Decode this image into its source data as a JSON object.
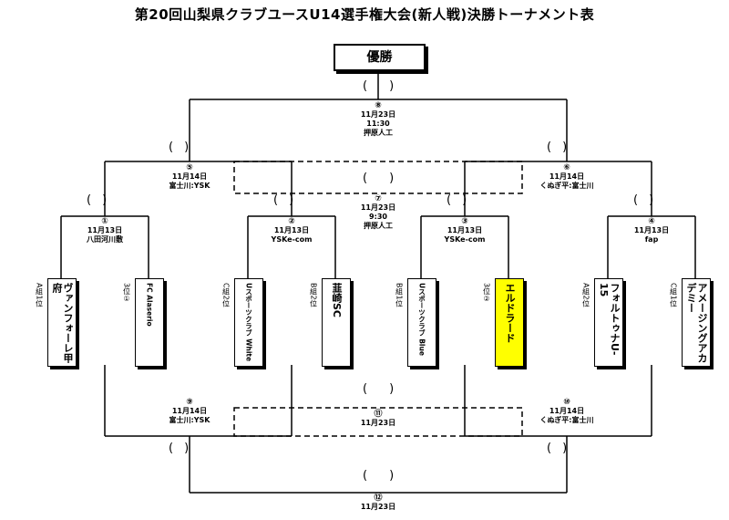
{
  "title": "第20回山梨県クラブユースU14選手権大会(新人戦)決勝トーナメント表",
  "champion": "優勝",
  "matches": [
    {
      "num": "⑧",
      "date": "11月23日",
      "time": "11:30",
      "venue": "押原人工"
    },
    {
      "num": "⑤",
      "date": "11月14日",
      "venue": "富士川:YSK"
    },
    {
      "num": "⑥",
      "date": "11月14日",
      "venue": "くぬぎ平:富士川"
    },
    {
      "num": "⑦",
      "date": "11月23日",
      "time": "9:30",
      "venue": "押原人工"
    },
    {
      "num": "①",
      "date": "11月13日",
      "venue": "八田河川敷"
    },
    {
      "num": "②",
      "date": "11月13日",
      "venue": "YSKe-com"
    },
    {
      "num": "③",
      "date": "11月13日",
      "venue": "YSKe-com"
    },
    {
      "num": "④",
      "date": "11月13日",
      "venue": "fap"
    },
    {
      "num": "⑨",
      "date": "11月14日",
      "venue": "富士川:YSK"
    },
    {
      "num": "⑩",
      "date": "11月14日",
      "venue": "くぬぎ平:富士川"
    },
    {
      "num": "⑪",
      "date": "11月23日"
    },
    {
      "num": "⑫",
      "date": "11月23日"
    }
  ],
  "teams": [
    {
      "name": "ヴァンフォーレ甲府",
      "seed": "A組1位"
    },
    {
      "name": "FC Alaserio",
      "seed": "3位①"
    },
    {
      "name": "Uスポーツクラブ White",
      "seed": "C組2位"
    },
    {
      "name": "韮崎SC",
      "seed": "B組2位"
    },
    {
      "name": "Uスポーツクラブ Blue",
      "seed": "B組1位"
    },
    {
      "name": "エルドラード",
      "seed": "3位②"
    },
    {
      "name": "フォルトゥナU-15",
      "seed": "A組2位"
    },
    {
      "name": "アメージングアカデミー",
      "seed": "C組1位"
    }
  ],
  "highlight_color": "#ffff00"
}
